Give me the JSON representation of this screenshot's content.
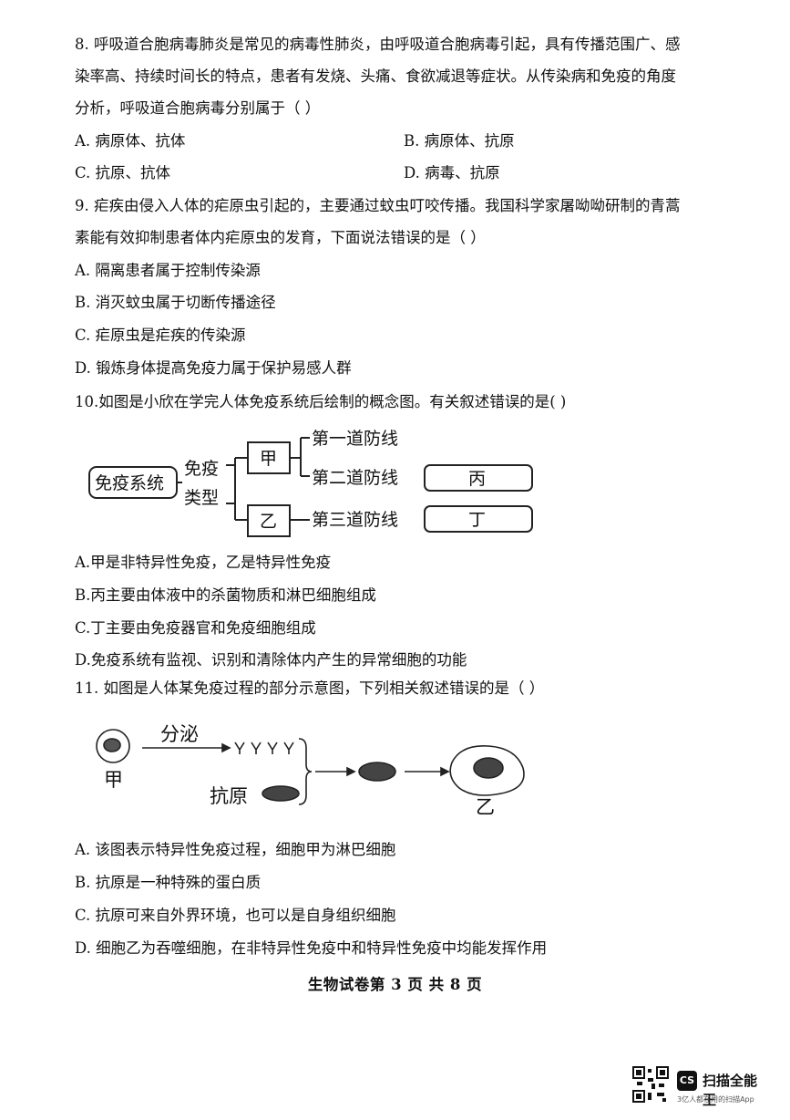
{
  "q8": {
    "lines": [
      "8.  呼吸道合胞病毒肺炎是常见的病毒性肺炎，由呼吸道合胞病毒引起，具有传播范围广、感",
      "染率高、持续时间长的特点，患者有发烧、头痛、食欲减退等症状。从传染病和免疫的角度",
      "分析，呼吸道合胞病毒分别属于（        ）"
    ],
    "options": {
      "A": "A.  病原体、抗体",
      "B": "B.  病原体、抗原",
      "C": "C.  抗原、抗体",
      "D": "D.  病毒、抗原"
    }
  },
  "q9": {
    "lines": [
      "9.  疟疾由侵入人体的疟原虫引起的，主要通过蚊虫叮咬传播。我国科学家屠呦呦研制的青蒿",
      "素能有效抑制患者体内疟原虫的发育，下面说法错误的是（        ）"
    ],
    "options": [
      "A.  隔离患者属于控制传染源",
      "B.  消灭蚊虫属于切断传播途径",
      "C.  疟原虫是疟疾的传染源",
      "D.  锻炼身体提高免疫力属于保护易感人群"
    ]
  },
  "q10": {
    "stem": "10.如图是小欣在学完人体免疫系统后绘制的概念图。有关叙述错误的是(        )",
    "diagram": {
      "root": "免疫系统",
      "branch_label_1": "免疫",
      "branch_label_2": "类型",
      "node_a": "甲",
      "node_b": "乙",
      "line1": "第一道防线",
      "line2": "第二道防线",
      "line3": "第三道防线",
      "box_c": "丙",
      "box_d": "丁"
    },
    "options": [
      "A.甲是非特异性免疫，乙是特异性免疫",
      "B.丙主要由体液中的杀菌物质和淋巴细胞组成",
      "C.丁主要由免疫器官和免疫细胞组成",
      "D.免疫系统有监视、识别和清除体内产生的异常细胞的功能"
    ]
  },
  "q11": {
    "stem": "11.  如图是人体某免疫过程的部分示意图，下列相关叙述错误的是（        ）",
    "diagram": {
      "secrete": "分泌",
      "cell_a": "甲",
      "antigen": "抗原",
      "cell_b": "乙"
    },
    "options": [
      "A.  该图表示特异性免疫过程，细胞甲为淋巴细胞",
      "B.  抗原是一种特殊的蛋白质",
      "C.  抗原可来自外界环境，也可以是自身组织细胞",
      "D.  细胞乙为吞噬细胞，在非特异性免疫中和特异性免疫中均能发挥作用"
    ]
  },
  "footer": "生物试卷第 3 页 共 8 页",
  "brand": {
    "badge": "CS",
    "name": "扫描全能王",
    "sub": "3亿人都在用的扫描App"
  }
}
